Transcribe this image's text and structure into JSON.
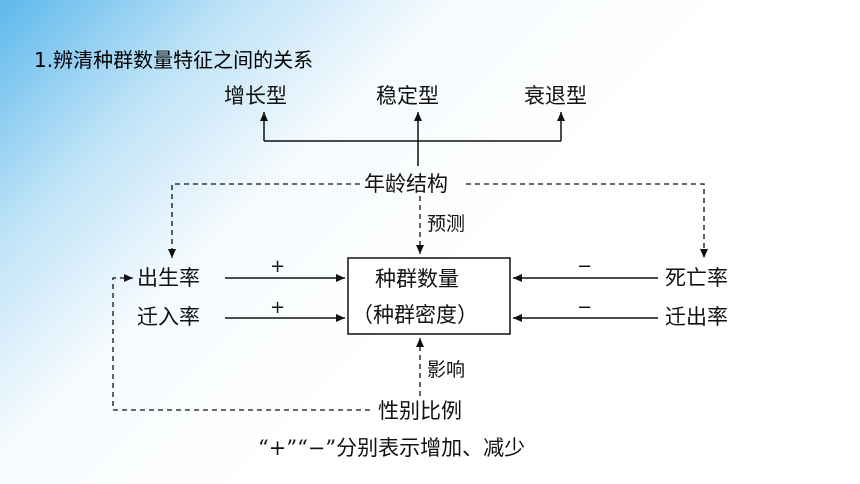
{
  "heading": "1.辨清种群数量特征之间的关系",
  "age_types": {
    "growth": "增长型",
    "stable": "稳定型",
    "decline": "衰退型"
  },
  "age_structure": "年龄结构",
  "predict": "预测",
  "left_inputs": {
    "birth_rate": "出生率",
    "immigration_rate": "迁入率"
  },
  "right_inputs": {
    "death_rate": "死亡率",
    "emigration_rate": "迁出率"
  },
  "center": {
    "line1": "种群数量",
    "line2": "（种群密度）"
  },
  "signs": {
    "plus": "+",
    "minus": "−"
  },
  "influence": "影响",
  "sex_ratio": "性别比例",
  "legend_note": "“+”“−”分别表示增加、减少"
}
